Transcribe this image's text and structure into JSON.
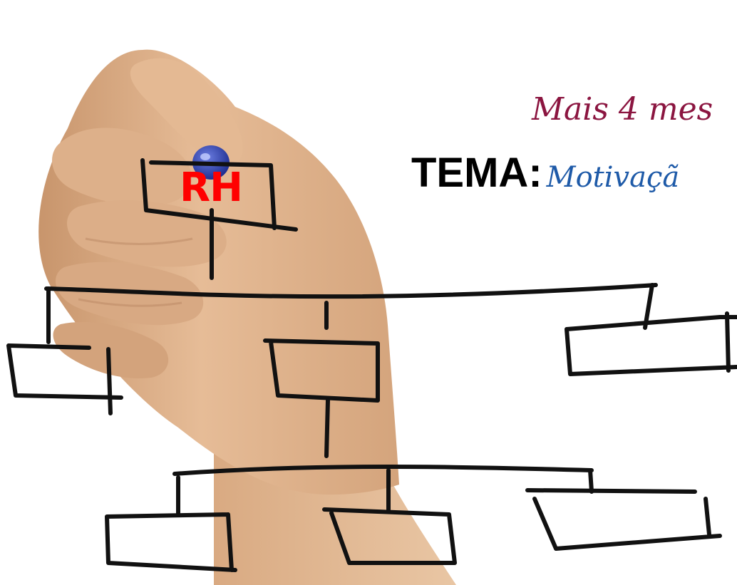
{
  "badge": {
    "text": "RH",
    "color": "#ff0000"
  },
  "subtitle": {
    "text": "Mais 4 mes",
    "color": "#8b1540"
  },
  "theme": {
    "label": "TEMA:",
    "value": "Motivaçã",
    "value_color": "#1e5aa8"
  },
  "colors": {
    "skin": "#e2b58f",
    "skin_shadow": "#c8956c",
    "marker_cap": "#2436a8",
    "ink": "#111111"
  },
  "icons": {
    "hand": "hand-holding-marker-illustration",
    "marker": "marker-cap-icon"
  }
}
